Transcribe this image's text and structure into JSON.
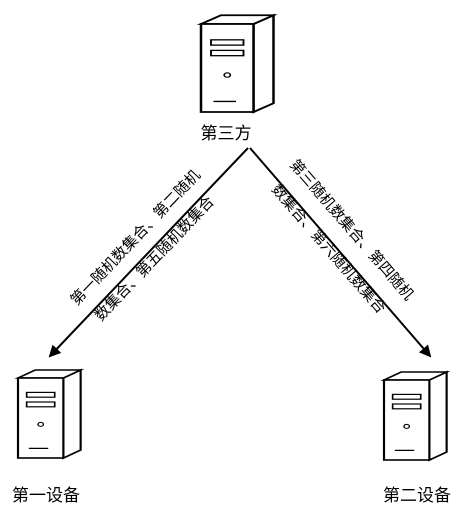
{
  "nodes": {
    "third_party": {
      "label": "第三方",
      "icon": "server-icon"
    },
    "first_device": {
      "label": "第一设备",
      "icon": "server-icon"
    },
    "second_device": {
      "label": "第二设备",
      "icon": "server-icon"
    }
  },
  "edges": {
    "to_first": {
      "line1": "第一随机数集合、第二随机",
      "line2": "数集合、第五随机数集合"
    },
    "to_second": {
      "line1": "第三随机数集合、第四随机",
      "line2": "数集合、第六随机数集合"
    }
  },
  "colors": {
    "stroke": "#000000",
    "server_fill": "#ffffff"
  }
}
